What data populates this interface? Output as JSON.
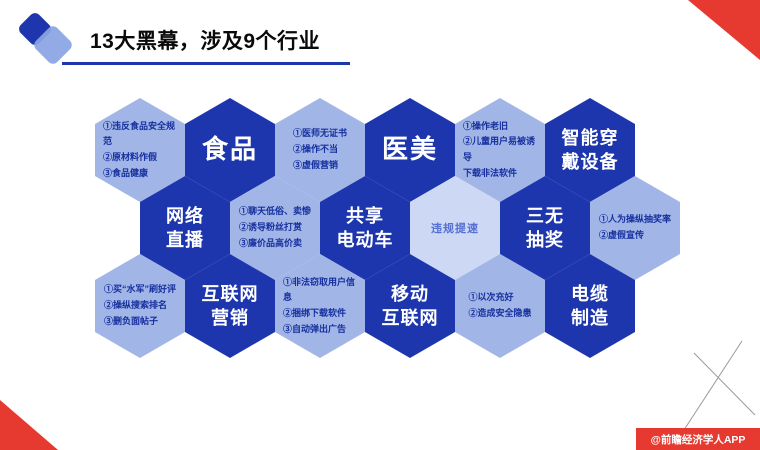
{
  "slide": {
    "title": "13大黑幕，涉及9个行业",
    "watermark": "@前瞻经济学人APP"
  },
  "colors": {
    "industry_hex": "#1d36ae",
    "detail_hex": "#a2b5e7",
    "note_hex": "#cdd8f4",
    "accent_red": "#e6392f",
    "title_text": "#0a0a0a"
  },
  "hexagons": [
    {
      "kind": "detail",
      "lines": [
        "①违反食品安全规范",
        "②原材料作假",
        "③食品健康"
      ]
    },
    {
      "kind": "industry",
      "label": "食品"
    },
    {
      "kind": "detail",
      "lines": [
        "①医师无证书",
        "②操作不当",
        "③虚假营销"
      ]
    },
    {
      "kind": "industry",
      "label": "医美"
    },
    {
      "kind": "detail",
      "lines": [
        "①操作老旧",
        "②儿童用户易被诱导",
        "下载非法软件"
      ]
    },
    {
      "kind": "industry",
      "label": "智能穿\n戴设备"
    },
    {
      "kind": "industry",
      "label": "网络\n直播"
    },
    {
      "kind": "detail",
      "lines": [
        "①聊天低俗、卖惨",
        "②诱导粉丝打赏",
        "③廉价品高价卖"
      ]
    },
    {
      "kind": "industry",
      "label": "共享\n电动车"
    },
    {
      "kind": "note",
      "label": "违规提速"
    },
    {
      "kind": "industry",
      "label": "三无\n抽奖"
    },
    {
      "kind": "detail",
      "lines": [
        "①人为操纵抽奖率",
        "②虚假宣传"
      ]
    },
    {
      "kind": "detail",
      "lines": [
        "①买“水军”刷好评",
        "②操纵搜索排名",
        "③删负面帖子"
      ]
    },
    {
      "kind": "industry",
      "label": "互联网\n营销"
    },
    {
      "kind": "detail",
      "lines": [
        "①非法窃取用户信息",
        "②捆绑下载软件",
        "③自动弹出广告"
      ]
    },
    {
      "kind": "industry",
      "label": "移动\n互联网"
    },
    {
      "kind": "detail",
      "lines": [
        "①以次充好",
        "②造成安全隐患"
      ]
    },
    {
      "kind": "industry",
      "label": "电缆\n制造"
    }
  ]
}
